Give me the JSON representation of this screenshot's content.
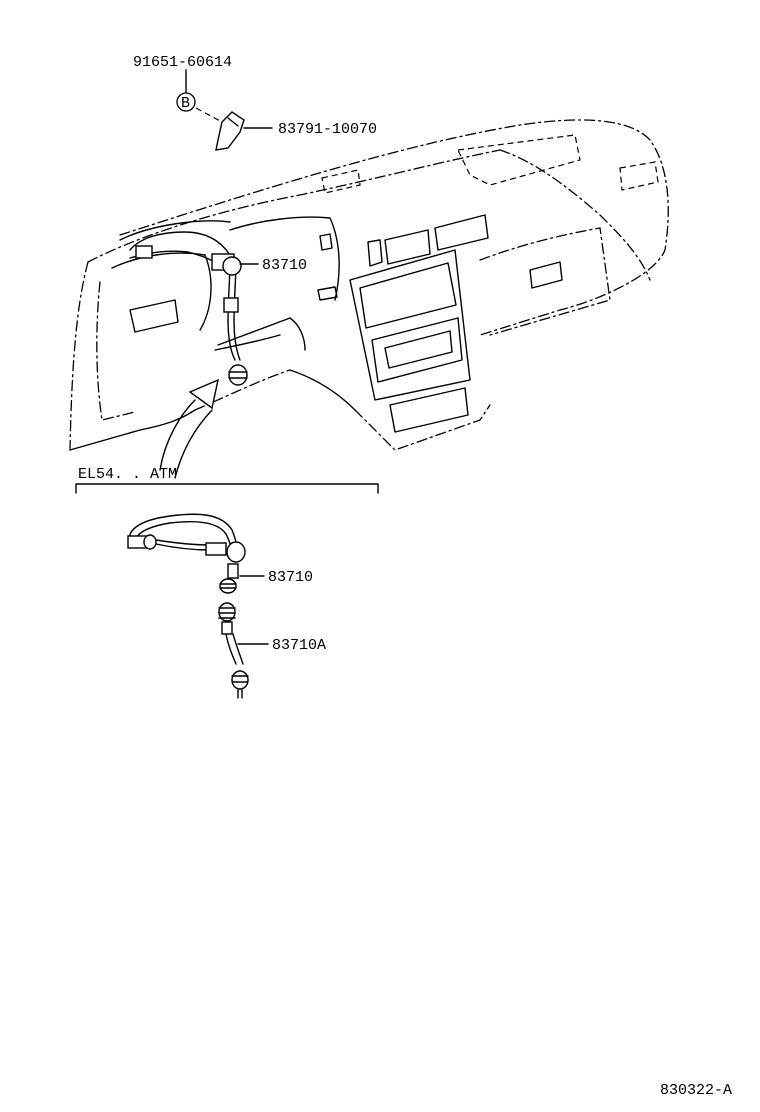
{
  "part_numbers": {
    "bolt": "91651-60614",
    "bolt_ref": "B",
    "clamp": "83791-10070",
    "cable_main": "83710",
    "cable_atm": "83710",
    "cable_atm_sub": "83710A"
  },
  "variant_label": "EL54. . ATM",
  "figure_code": "830322-A"
}
